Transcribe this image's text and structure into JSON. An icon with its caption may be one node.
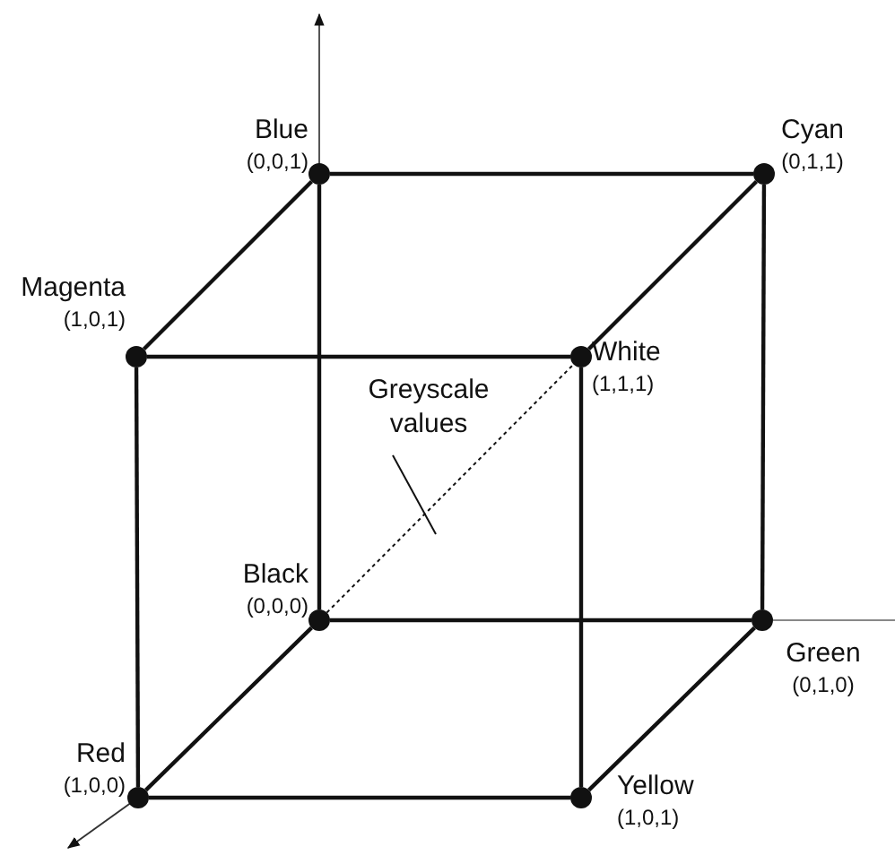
{
  "diagram": {
    "nodes": [
      {
        "text": [],
        "shape": "circle",
        "beside": [
          "Blue",
          "(0,0,1)"
        ]
      },
      {
        "text": [],
        "shape": "circle",
        "beside": [
          "Cyan",
          "(0,1,1)"
        ]
      },
      {
        "text": [],
        "shape": "circle",
        "beside": [
          "Magenta",
          "(1,0,1)"
        ]
      },
      {
        "text": [],
        "shape": "circle",
        "beside": [
          "White",
          "(1,1,1)"
        ]
      },
      {
        "text": [
          "Greyscale values"
        ]
      },
      {
        "text": [],
        "shape": "circle",
        "beside": [
          "Black",
          "(0,0,0)"
        ]
      },
      {
        "text": [],
        "shape": "circle",
        "beside": [
          "Green",
          "(0,1,0)"
        ]
      },
      {
        "text": [],
        "shape": "circle",
        "beside": [
          "Red",
          "(1,0,0)"
        ]
      },
      {
        "text": [],
        "shape": "circle",
        "beside": [
          "Yellow",
          "(1,0,1)"
        ]
      }
    ],
    "edges": [
      {
        "from": 0,
        "to": 1,
        "arrow": "none"
      },
      {
        "from": 2,
        "to": 3,
        "arrow": "none"
      },
      {
        "from": 5,
        "to": 6,
        "arrow": "none"
      },
      {
        "from": 7,
        "to": 8,
        "arrow": "none"
      },
      {
        "from": 2,
        "to": 0,
        "arrow": "none"
      },
      {
        "from": 3,
        "to": 1,
        "arrow": "none"
      },
      {
        "from": 7,
        "to": 5,
        "arrow": "none"
      },
      {
        "from": 8,
        "to": 6,
        "arrow": "none"
      },
      {
        "from": 0,
        "to": 5,
        "arrow": "none"
      },
      {
        "from": 1,
        "to": 6,
        "arrow": "none"
      },
      {
        "from": 2,
        "to": 7,
        "arrow": "none"
      },
      {
        "from": 3,
        "to": 8,
        "arrow": "none"
      },
      {
        "from": 5,
        "to": 3,
        "arrow": "none",
        "style": "dashed"
      },
      {
        "from": 4,
        "to": null,
        "arrow": "none"
      }
    ]
  }
}
